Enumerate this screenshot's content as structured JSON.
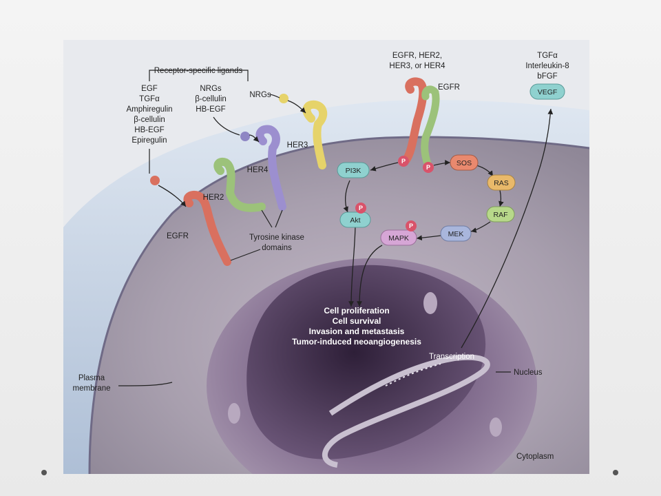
{
  "labels": {
    "ligands_header": "Receptor-specific ligands",
    "egf_ligands": [
      "EGF",
      "TGFα",
      "Amphiregulin",
      "β-cellulin",
      "HB-EGF",
      "Epiregulin"
    ],
    "her4_ligands": [
      "NRGs",
      "β-cellulin",
      "HB-EGF"
    ],
    "her3_ligand": "NRGs",
    "dimer_top": [
      "EGFR, HER2,",
      "HER3, or HER4"
    ],
    "dimer_partner": "EGFR",
    "secreted": [
      "TGFα",
      "Interleukin-8",
      "bFGF"
    ],
    "her3": "HER3",
    "her4": "HER4",
    "her2": "HER2",
    "egfr": "EGFR",
    "tk_domains": [
      "Tyrosine kinase",
      "domains"
    ],
    "plasma_membrane": [
      "Plasma",
      "membrane"
    ],
    "nucleus": "Nucleus",
    "cytoplasm": "Cytoplasm",
    "transcription": "Transcription",
    "outcomes": [
      "Cell proliferation",
      "Cell survival",
      "Invasion and metastasis",
      "Tumor-induced neoangiogenesis"
    ]
  },
  "nodes": {
    "pi3k": "PI3K",
    "akt": "Akt",
    "sos": "SOS",
    "ras": "RAS",
    "raf": "RAF",
    "mek": "MEK",
    "mapk": "MAPK",
    "vegf": "VEGF",
    "p": "P"
  },
  "colors": {
    "egfr": "#d9705f",
    "her2": "#9cc27a",
    "her3": "#e6d36a",
    "her4": "#9c8fcf",
    "node_fill": "#8fd1cf",
    "phospho": "#d9536a",
    "membrane": "#b9c9df",
    "cytoplasm": "#a79cac",
    "nucleus": "#7a6585"
  }
}
